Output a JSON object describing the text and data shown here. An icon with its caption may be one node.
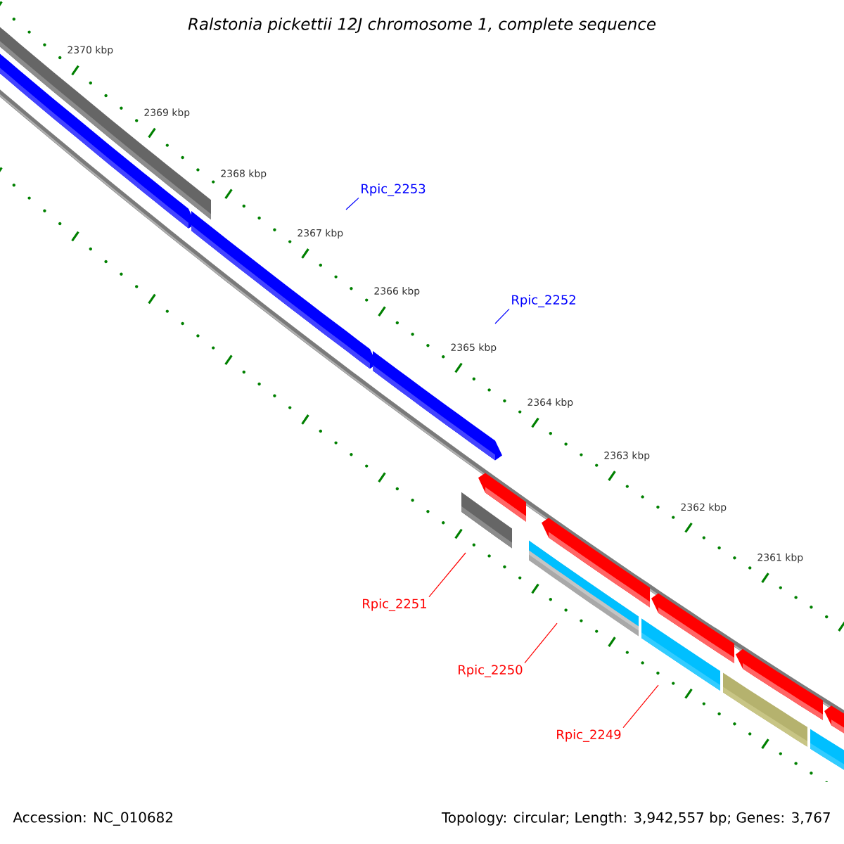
{
  "diagram": {
    "title": "Ralstonia pickettii 12J chromosome 1, complete sequence",
    "nodes": [
      {
        "text": [
          "Rpic_2253"
        ]
      },
      {
        "text": [
          "Rpic_2252"
        ]
      },
      {
        "text": [
          "Rpic_2251"
        ]
      },
      {
        "text": [
          "Rpic_2250"
        ]
      },
      {
        "text": [
          "Rpic_2249"
        ]
      }
    ],
    "edges": [
      {
        "from": 0,
        "to": null,
        "arrow": "none",
        "color": "#0000ff"
      },
      {
        "from": 1,
        "to": null,
        "arrow": "none",
        "color": "#0000ff"
      },
      {
        "from": 2,
        "to": null,
        "arrow": "none"
      },
      {
        "from": 3,
        "to": null,
        "arrow": "none"
      },
      {
        "from": 4,
        "to": null,
        "arrow": "none"
      }
    ],
    "labels": [
      "2370 kbp",
      "2369 kbp",
      "2368 kbp",
      "2367 kbp",
      "2366 kbp",
      "2365 kbp",
      "2364 kbp",
      "2363 kbp",
      "2362 kbp",
      "2361 kbp",
      "Accession: NC_010682",
      "Topology: circular; Length: 3,942,557 bp; Genes: 3,767"
    ]
  }
}
